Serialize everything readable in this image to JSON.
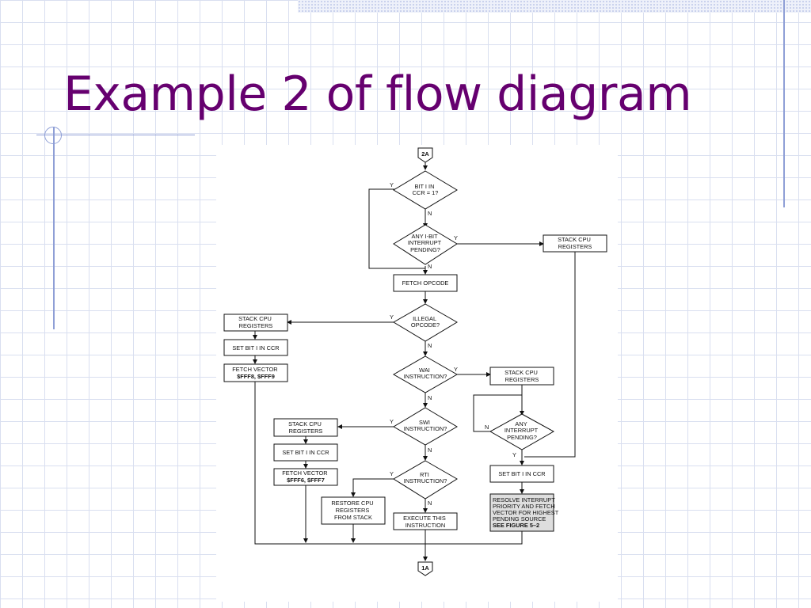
{
  "slide": {
    "title": "Example 2 of flow diagram"
  },
  "flowchart": {
    "connectors": {
      "start": "2A",
      "end": "1A"
    },
    "decisions": {
      "bit_i": [
        "BIT I IN",
        "CCR = 1?"
      ],
      "any_i_bit": [
        "ANY I-BIT",
        "INTERRUPT",
        "PENDING?"
      ],
      "illegal": [
        "ILLEGAL",
        "OPCODE?"
      ],
      "wai": [
        "WAI",
        "INSTRUCTION?"
      ],
      "any_interrupt": [
        "ANY",
        "INTERRUPT",
        "PENDING?"
      ],
      "swi": [
        "SWI",
        "INSTRUCTION?"
      ],
      "rti": [
        "RTI",
        "INSTRUCTION?"
      ]
    },
    "processes": {
      "stack_top": [
        "STACK CPU",
        "REGISTERS"
      ],
      "fetch_opcode": [
        "FETCH OPCODE"
      ],
      "stack_illegal": [
        "STACK CPU",
        "REGISTERS"
      ],
      "set_bit_illegal": [
        "SET BIT I IN CCR"
      ],
      "fetch_vector_illegal": [
        "FETCH VECTOR",
        "$FFF8, $FFF9"
      ],
      "stack_wai": [
        "STACK CPU",
        "REGISTERS"
      ],
      "stack_swi": [
        "STACK CPU",
        "REGISTERS"
      ],
      "set_bit_swi": [
        "SET BIT I IN CCR"
      ],
      "fetch_vector_swi": [
        "FETCH VECTOR",
        "$FFF6, $FFF7"
      ],
      "restore": [
        "RESTORE CPU",
        "REGISTERS",
        "FROM STACK"
      ],
      "execute": [
        "EXECUTE THIS",
        "INSTRUCTION"
      ],
      "set_bit_right": [
        "SET BIT I IN CCR"
      ],
      "resolve": [
        "RESOLVE INTERRUPT",
        "PRIORITY AND FETCH",
        "VECTOR FOR HIGHEST",
        "PENDING SOURCE",
        "SEE FIGURE 5–2"
      ]
    },
    "labels": {
      "yes": "Y",
      "no": "N"
    }
  }
}
